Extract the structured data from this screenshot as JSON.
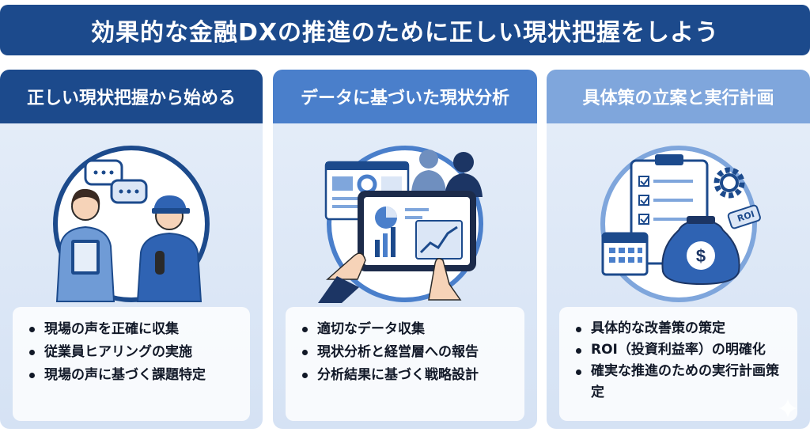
{
  "banner": {
    "title": "効果的な金融DXの推進のために正しい現状把握をしよう"
  },
  "panels": [
    {
      "heading": "正しい現状把握から始める",
      "bullets": [
        "現場の声を正確に収集",
        "従業員ヒアリングの実施",
        "現場の声に基づく課題特定"
      ],
      "icon": "interview-illustration"
    },
    {
      "heading": "データに基づいた現状分析",
      "bullets": [
        "適切なデータ収集",
        "現状分析と経営層への報告",
        "分析結果に基づく戦略設計"
      ],
      "icon": "data-analysis-illustration"
    },
    {
      "heading": "具体策の立案と実行計画",
      "bullets": [
        "具体的な改善策の策定",
        "ROI（投資利益率）の明確化",
        "確実な推進のための実行計画策定"
      ],
      "icon": "planning-illustration",
      "roi_tag": "ROI"
    }
  ],
  "colors": {
    "banner": "#1c4a8c",
    "panel1_head": "#1c4a8c",
    "panel2_head": "#4a7fcb",
    "panel3_head": "#7fa6dc",
    "panel_bg": "#e6eef9"
  }
}
